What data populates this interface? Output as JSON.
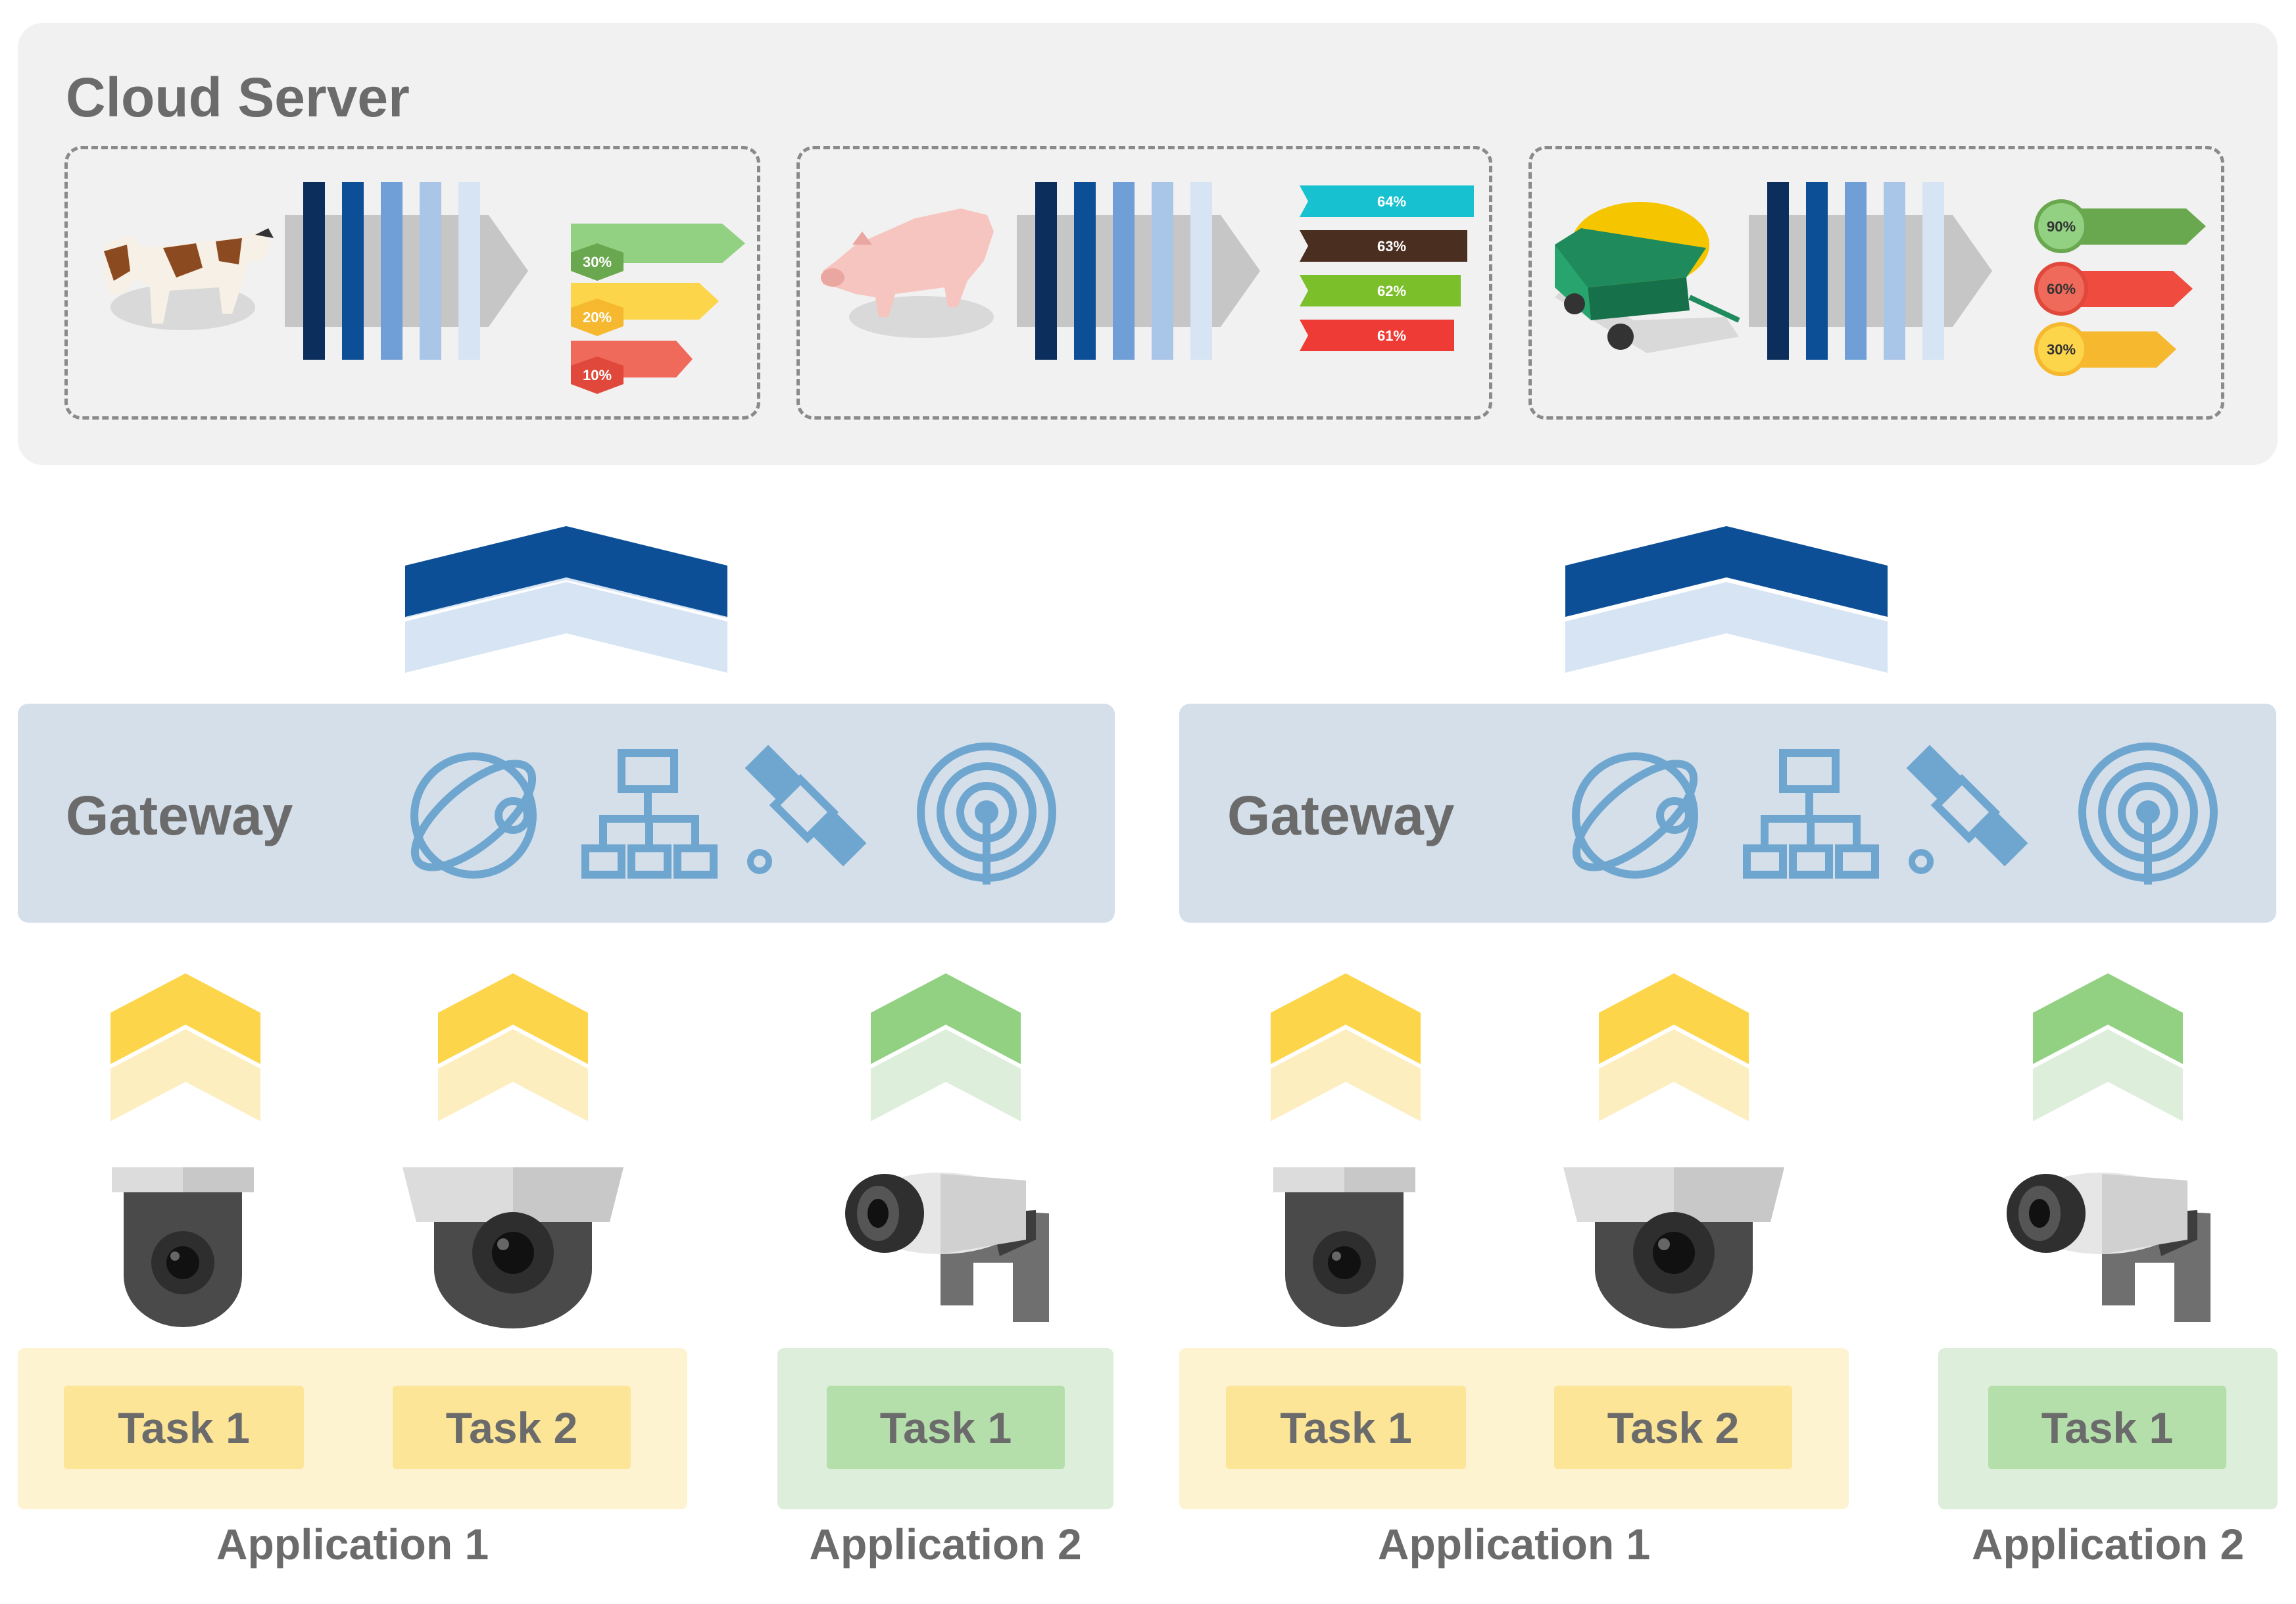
{
  "cloud": {
    "title": "Cloud Server",
    "models": [
      {
        "subject": "cow-icon",
        "bars": [
          "30%",
          "20%",
          "10%"
        ]
      },
      {
        "subject": "pig-icon",
        "bars": [
          "64%",
          "63%",
          "62%",
          "61%"
        ]
      },
      {
        "subject": "feed-cart-icon",
        "bars": [
          "90%",
          "60%",
          "30%"
        ]
      }
    ]
  },
  "gateways": [
    {
      "label": "Gateway",
      "icons": [
        "orbit-icon",
        "network-hierarchy-icon",
        "satellite-icon",
        "broadcast-antenna-icon"
      ]
    },
    {
      "label": "Gateway",
      "icons": [
        "orbit-icon",
        "network-hierarchy-icon",
        "satellite-icon",
        "broadcast-antenna-icon"
      ]
    }
  ],
  "groups": [
    {
      "application": "Application 1",
      "tasks": [
        "Task 1",
        "Task 2"
      ],
      "cameras": [
        "dome-camera-icon",
        "dome-camera-icon"
      ]
    },
    {
      "application": "Application 2",
      "tasks": [
        "Task 1"
      ],
      "cameras": [
        "bullet-camera-icon"
      ]
    },
    {
      "application": "Application 1",
      "tasks": [
        "Task 1",
        "Task 2"
      ],
      "cameras": [
        "dome-camera-icon",
        "dome-camera-icon"
      ]
    },
    {
      "application": "Application 2",
      "tasks": [
        "Task 1"
      ],
      "cameras": [
        "bullet-camera-icon"
      ]
    }
  ],
  "colors": {
    "navy": "#0b2e5c",
    "blue": "#0d4f96",
    "light_blue": "#d6e4f4",
    "yellow": "#fdd54a",
    "green": "#92d082",
    "gateway_icon": "#6fa6cf"
  }
}
